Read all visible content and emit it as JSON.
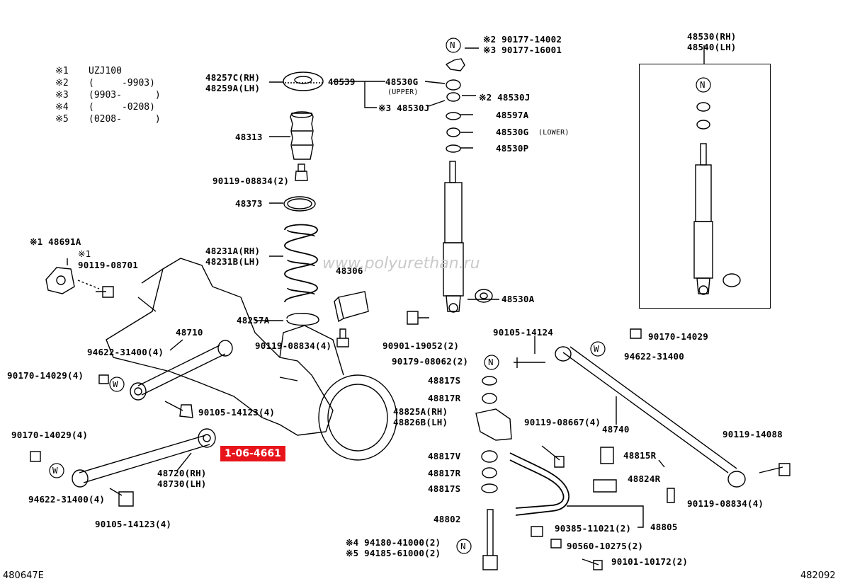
{
  "notes": [
    {
      "mark": "※1",
      "text": "UZJ100"
    },
    {
      "mark": "※2",
      "text": "(     -9903)"
    },
    {
      "mark": "※3",
      "text": "(9903-      )"
    },
    {
      "mark": "※4",
      "text": "(     -0208)"
    },
    {
      "mark": "※5",
      "text": "(0208-      )"
    }
  ],
  "highlight_label": "1-06-4661",
  "watermark": "www.polyurethan.ru",
  "footer_left": "480647E",
  "footer_right": "482092",
  "symbols": {
    "nut": "N",
    "washer": "W"
  },
  "parts": {
    "p48530_rh": "48530(RH)",
    "p48540_lh": "48540(LH)",
    "p48257c": "48257C(RH)",
    "p48259a": "48259A(LH)",
    "p48539": "48539",
    "p48530g_u": "48530G",
    "upper": "(UPPER)",
    "x2a": "※2 90177-14002",
    "x3a": "※3 90177-16001",
    "p48530j_2": "※2 48530J",
    "p48530j_3": "※3 48530J",
    "p48597a": "48597A",
    "p48530g_l": "48530G",
    "lower": "(LOWER)",
    "p48530p": "48530P",
    "p48313": "48313",
    "b90119_08834_2": "90119-08834(2)",
    "p48373": "48373",
    "p48231a": "48231A(RH)",
    "p48231b": "48231B(LH)",
    "x1_48691a": "※1 48691A",
    "x1": "※1",
    "b90119_08701": "90119-08701",
    "p48306": "48306",
    "p48257a": "48257A",
    "b90119_08834_4": "90119-08834(4)",
    "p48710": "48710",
    "w94622_31400_4a": "94622-31400(4)",
    "n90170_14029_4a": "90170-14029(4)",
    "b90105_14123_4a": "90105-14123(4)",
    "n90170_14029_4b": "90170-14029(4)",
    "p48720": "48720(RH)",
    "p48730": "48730(LH)",
    "w94622_31400_4b": "94622-31400(4)",
    "b90105_14123_4b": "90105-14123(4)",
    "b90901_19052": "90901-19052(2)",
    "n90179_08062": "90179-08062(2)",
    "p48530a": "48530A",
    "b90105_14124": "90105-14124",
    "n90170_14029": "90170-14029",
    "w94622_31400": "94622-31400",
    "p48817s_a": "48817S",
    "p48817r_a": "48817R",
    "p48825a": "48825A(RH)",
    "p48826b": "48826B(LH)",
    "b90119_08667": "90119-08667(4)",
    "p48740": "48740",
    "b90119_14088": "90119-14088",
    "p48815r": "48815R",
    "p48817v": "48817V",
    "p48817r_b": "48817R",
    "p48824r": "48824R",
    "p48817s_b": "48817S",
    "b90119_08834_4b": "90119-08834(4)",
    "p48802": "48802",
    "b90385_11021": "90385-11021(2)",
    "p48805": "48805",
    "x4": "※4 94180-41000(2)",
    "x5": "※5 94185-61000(2)",
    "b90560_10275": "90560-10275(2)",
    "b90101_10172": "90101-10172(2)"
  }
}
